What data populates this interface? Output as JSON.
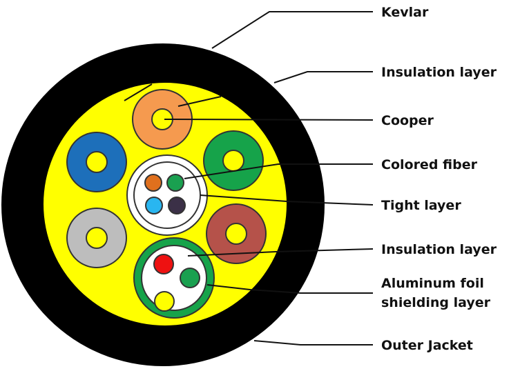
{
  "labels": {
    "kevlar": "Kevlar",
    "insulation_1": "Insulation layer",
    "cooper": "Cooper",
    "colored_fiber": "Colored fiber",
    "tight_layer": "Tight layer",
    "insulation_2": "Insulation layer",
    "aluminum_line1": "Aluminum foil",
    "aluminum_line2": "shielding layer",
    "outer_jacket": "Outer Jacket"
  },
  "colors": {
    "jacket": "#000000",
    "kevlar": "#ffff00",
    "orange": "#f59a4f",
    "blue": "#1d6fba",
    "green": "#16a34a",
    "gray": "#bdbdbd",
    "brown": "#b5524a",
    "fiber_orange": "#e0701d",
    "fiber_green": "#1aa050",
    "fiber_blue": "#29b6f0",
    "fiber_dark": "#3b3047",
    "red": "#ee1111"
  }
}
